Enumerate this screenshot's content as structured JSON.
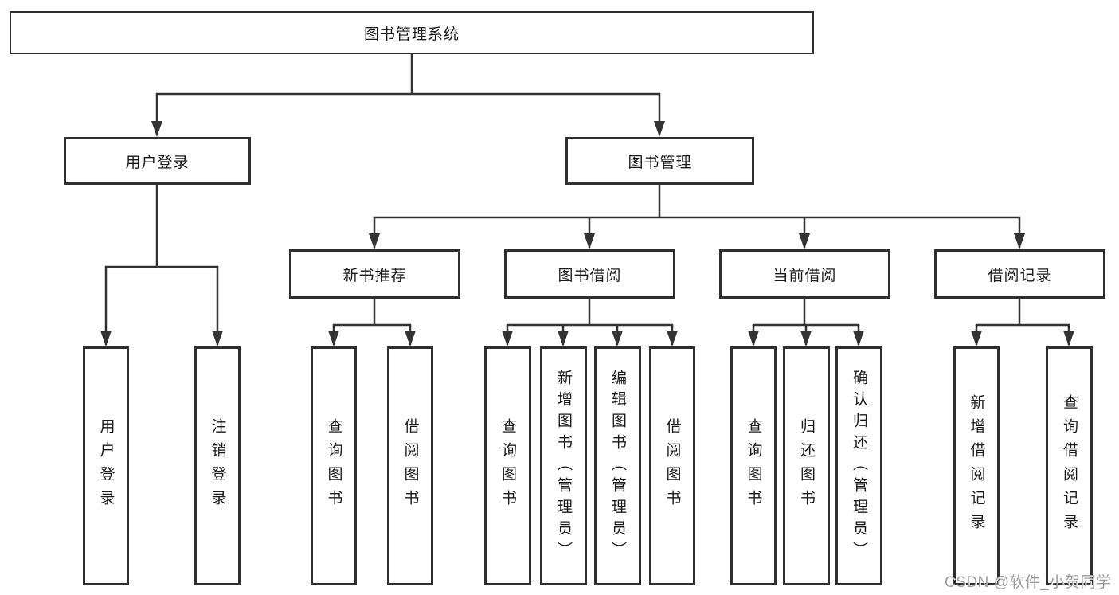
{
  "diagram": {
    "root": "图书管理系统",
    "user_login": {
      "label": "用户登录",
      "children": [
        "用户登录",
        "注销登录"
      ]
    },
    "book_mgmt": {
      "label": "图书管理"
    },
    "new_book_rec": {
      "label": "新书推荐",
      "children": [
        "查询图书",
        "借阅图书"
      ]
    },
    "book_borrowing": {
      "label": "图书借阅",
      "children": [
        "查询图书",
        "新增图书（管理员）",
        "编辑图书（管理员）",
        "借阅图书"
      ]
    },
    "current_borrowing": {
      "label": "当前借阅",
      "children": [
        "查询图书",
        "归还图书",
        "确认归还（管理员）"
      ]
    },
    "borrowing_records": {
      "label": "借阅记录",
      "children": [
        "新增借阅记录",
        "查询借阅记录"
      ]
    }
  },
  "watermark": {
    "text": "CSDN @软件_小贺同学"
  },
  "colors": {
    "line": "#333333",
    "box_border": "#2f2f2f",
    "text": "#1a1a1a",
    "watermark": "#9c9c9c",
    "background": "#ffffff"
  }
}
